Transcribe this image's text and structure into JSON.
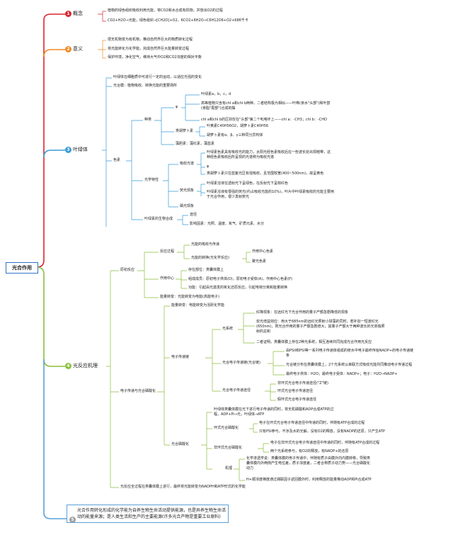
{
  "root": "光合作用",
  "colors": {
    "b1": "#d9272e",
    "b2": "#f08a24",
    "b3": "#3a9ad9",
    "b4": "#8bbf3f",
    "b5": "#9e9e9e"
  },
  "b1": {
    "num": "1",
    "title": "概念",
    "items": [
      "植物的绿色组织吸收利用光能，将CO2和水合成有机物，并放出O2的过程",
      "CO2+H2O→光能，绿色组织→[CH2O]+O2，6CO2+6H2O→C6H12O6+O2+686千卡"
    ]
  },
  "b2": {
    "num": "2",
    "title": "意义",
    "items": [
      "把无机物变为有机物，推动自然界巨大的物质转化过程",
      "将光能转化为化学能，完成自然界巨大能量转变过程",
      "保护环境，净化空气，维持大气中O2和CO2浓度的相对平衡"
    ]
  },
  "b3": {
    "num": "3",
    "title": "叶绿体",
    "items": [
      "叶绿体在细胞质中可进行一定的运动，以适应光强的变化",
      "光合膜：植物吸收、转换光能的重要场所"
    ],
    "pigment": "色素",
    "kinds": "种类",
    "chl": "φ",
    "chl_items": [
      "叶绿素a，b，c，d",
      "高等植物只含有chl a和chl b两种，二者结构极为相似——叶啉(亲水\"头部\")和叶醇",
      "(亲脂\"尾部\")合成的酯",
      "chl a和chl b的区别仅在\"头部\"第二个吡咯环上——chl a：-CH3；chl b：-CHO"
    ],
    "car": "类胡萝卜素",
    "car_items": [
      "叶黄素C40H56O2，胡萝卜素C40H56",
      "胡萝卜素有α、β、γ三种同分异构体"
    ],
    "phyco": "藻胆素：藻红素，藻蓝素",
    "optics": "光学特性",
    "absorb": "吸收光谱",
    "absorb_items": [
      "叶绿素色素具有吸收光的能力，太阳光经色素吸收后在一些波长处出现暗带，这",
      "种经色素吸收后所呈现的光谱称为吸收光谱",
      "φ",
      "类胡萝卜素只在蓝紫光区有强吸收，且范围较宽(400~500nm)，故呈黄色"
    ],
    "fluor": "荧光现象",
    "fluor_items": [
      "叶绿素溶液在透射光下呈绿色，在反射光下呈棕红色",
      "叶绿素溶液有很强的荧光(约占吸收光能的10%)，叶片中叶绿素吸收的光能主要用",
      "于光合作用，很少发射荧光"
    ],
    "phos": "磷光现象",
    "bio": "叶绿素的生物合成",
    "bio_items": [
      "途径",
      "影响因素：光照、温度、氧气、矿质元素、水分"
    ]
  },
  "b4": {
    "num": "4",
    "title": "光反应机理",
    "primary": "原初反应",
    "absorbing": "反应过程",
    "absorbing_items": [
      "光能的吸收与传递",
      "光能的转换(光化学反应)"
    ],
    "conv_items": [
      "作用中心色素",
      "聚光色素"
    ],
    "center": "作用中心",
    "center_items": [
      "存在部位：类囊体膜上",
      "组成成员：原初电子供体(D)，原初电子受体(A)，作用中心色素(P)",
      "功能：引起由光激发的氧化还原反应，引起电荷分离和能量转换"
    ],
    "energy": "能量转变：光能转变为电能(高能电子)",
    "etc": "电子传递与光合磷酸化",
    "etc_top": "能量转变：电能转变为活跃化学能",
    "transfer": "电子传递链",
    "ps": "光系统",
    "ps_items": [
      "红降现象：在远红光下光合作用的量子产额急剧降低的现象",
      "双光增益效应：用大于685nm的远红光照射小球藻的同时，若补加一短波红光",
      "(650nm)，则光合作用的量子产额急剧增大，其量子产额大于两种波长的光单独照",
      "射的总和",
      "二者证明，类囊体膜上存在2种光系统，相互连续共同完成光合作用光反应"
    ],
    "carrier": "光合电子传递链(光合链)",
    "carrier_items": [
      "由PSII和PSI等一系列电子传递体组成的使水中电子最终传给NADP+的电子传递链",
      "条",
      "光合链分布在类囊体膜上，2个光系统以串联方式吸收光能共同推动电子传递过程",
      "最终电子供体：H2O；最终电子受体：NADP+；电子：H2O→NADP+"
    ],
    "path": "光合电子传递途径",
    "path_items": [
      "非环式光合电子传递途径(\"Z\"链)",
      "环式光合电子传递途径",
      "假环式光合电子传递途径"
    ],
    "photophos": "光合磷酸化",
    "pp_intro": [
      "叶绿体类囊体膜在光下进行电子传递的同时，将无机磷酸和ADP合成ATP的过",
      "程，ADP+Pi→光，叶绿体→ATP"
    ],
    "cyclic": "环式光合磷酸化",
    "cyclic_items": [
      "电子在环式光合电子传递途径中传递的同时，伴随有ATP合成的过程",
      "只有PSI参与，不涉及水的光解，没有O2的释放，没有NADP的还原，只产生ATP"
    ],
    "noncyclic": "非环式光合磷酸化",
    "noncyclic_items": [
      "电子在非环式光合电子传递途径中传递的同时，伴随有ATP合成的过程",
      "两个光系统参与，有O2的释放，有NADP+的还原"
    ],
    "mech": "机理",
    "mech_items": [
      "化学渗透学说：类囊体膜的电子传递中，伴随有质子由膜外向内膜转移，导致类",
      "囊体膜内外两侧产生电位差，质子浓度差，二者合称质子动力势——光合磷酸化",
      "动力",
      "H+顺浓度梯度通过偶联因子返回膜外时，利用释放的能量推动ADP和Pi合成ATP"
    ],
    "bottom": "光反应全过程在类囊体膜上进行，最终将光能转变为NADPH和ATP形式的化学能"
  },
  "b5": {
    "num": "5",
    "text": "光合作用转化形成的化学能为自养生物生命活动提供能源，也是异养生物生命活动的能量来源；是人类生活和生产的主要能源(许多光合产物是重要工业原料)"
  }
}
